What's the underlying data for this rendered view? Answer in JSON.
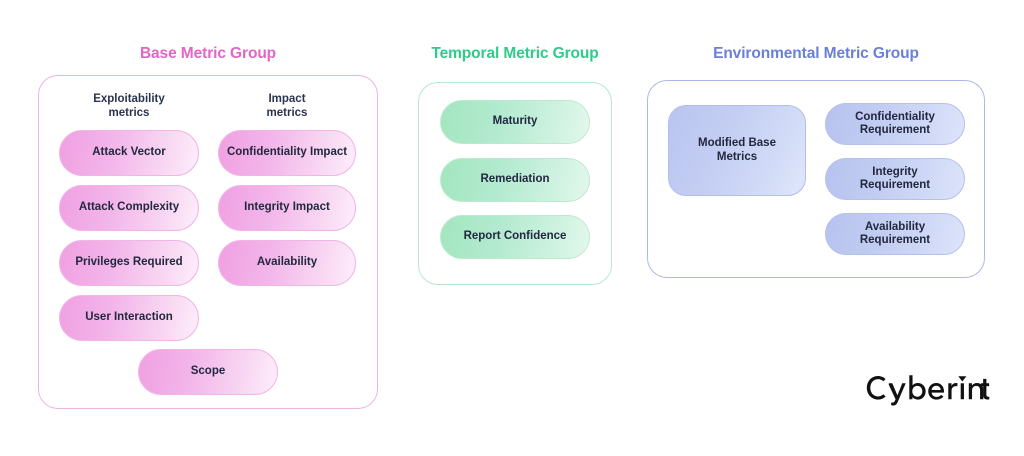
{
  "groups": [
    {
      "id": "base",
      "title": "Base Metric Group",
      "accent": "#e265c8",
      "border": "#eeb3e4",
      "columns": [
        {
          "header": "Exploitability\nmetrics"
        },
        {
          "header": "Impact\nmetrics"
        }
      ],
      "exploitability_metrics": [
        "Attack Vector",
        "Attack Complexity",
        "Privileges Required",
        "User Interaction"
      ],
      "impact_metrics": [
        "Confidentiality Impact",
        "Integrity Impact",
        "Availability"
      ],
      "scope": "Scope"
    },
    {
      "id": "temporal",
      "title": "Temporal Metric Group",
      "accent": "#2ecb8a",
      "border": "#b6e8cf",
      "metrics": [
        "Maturity",
        "Remediation",
        "Report Confidence"
      ]
    },
    {
      "id": "environmental",
      "title": "Environmental Metric Group",
      "accent": "#6a7fd6",
      "border": "#acb9e8",
      "modified_base": "Modified Base\nMetrics",
      "requirements": [
        "Confidentiality\nRequirement",
        "Integrity\nRequirement",
        "Availability\nRequirement"
      ]
    }
  ],
  "logo": {
    "name": "cyberint-logo",
    "text": "Cyberint"
  }
}
